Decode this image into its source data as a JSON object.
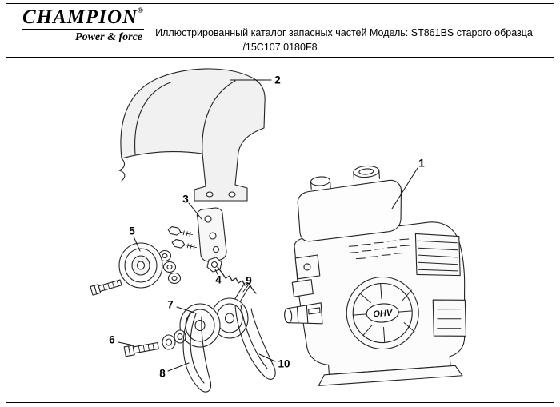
{
  "header": {
    "brand": "CHAMPION",
    "brand_mark": "®",
    "tagline": "Power & force",
    "title_line1": "Иллюстрированный каталог запасных частей Модель: ST861BS старого образца",
    "title_line2": "/15C107 0180F8"
  },
  "diagram": {
    "engine_label": "OHV",
    "callouts": [
      "1",
      "2",
      "3",
      "4",
      "5",
      "6",
      "7",
      "8",
      "9",
      "10"
    ]
  }
}
